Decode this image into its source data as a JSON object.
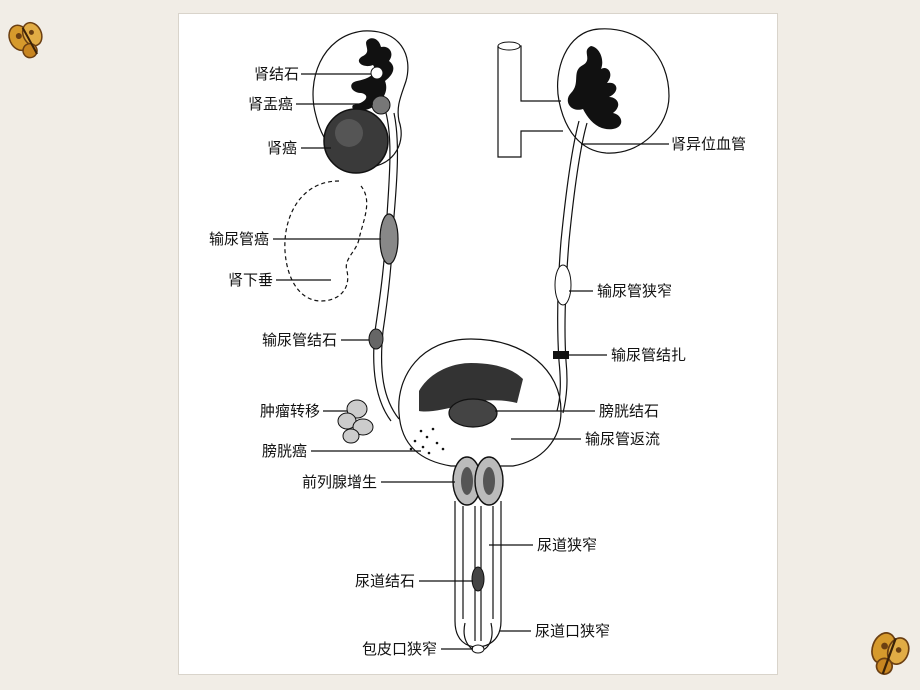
{
  "colors": {
    "slide_background": "#f1ede6",
    "panel": "#ffffff",
    "ink": "#111111",
    "butterfly_wing": "#d69a2c",
    "butterfly_spot": "#6b3f12"
  },
  "icons": [
    "butterfly-icon",
    "butterfly-icon"
  ],
  "labels_left": {
    "kidney_stone": "肾结石",
    "renal_pelvis_cancer": "肾盂癌",
    "kidney_cancer": "肾癌",
    "ureter_cancer": "输尿管癌",
    "nephroptosis": "肾下垂",
    "ureter_stone": "输尿管结石",
    "tumor_metastasis": "肿瘤转移",
    "bladder_cancer": "膀胱癌",
    "prostate_hyperplasia": "前列腺增生",
    "urethral_stone": "尿道结石",
    "phimosis": "包皮口狭窄"
  },
  "labels_right": {
    "aberrant_renal_vessel": "肾异位血管",
    "ureter_stricture": "输尿管狭窄",
    "ureter_ligation": "输尿管结扎",
    "bladder_stone": "膀胱结石",
    "vesicoureteral_reflux": "输尿管返流",
    "urethral_stricture": "尿道狭窄",
    "meatal_stricture": "尿道口狭窄"
  }
}
